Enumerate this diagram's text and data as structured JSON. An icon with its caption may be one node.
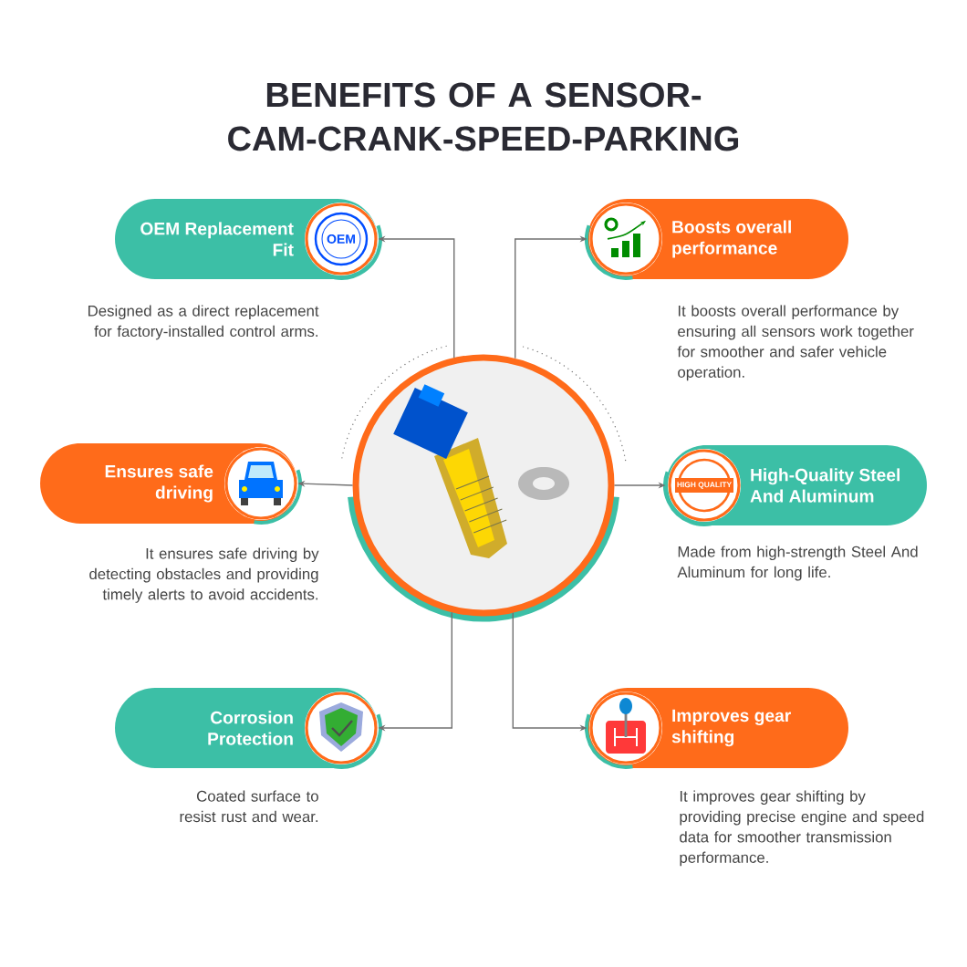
{
  "diagram": {
    "title": "BENEFITS OF A SENSOR-CAM-CRANK-SPEED-PARKING",
    "nodes": [
      {
        "text": [
          "OEM Replacement Fit"
        ],
        "beside": [
          "Designed as a direct replacement for factory-installed control arms."
        ]
      },
      {
        "text": [
          "Boosts overall performance"
        ],
        "beside": [
          "It boosts overall performance by ensuring all sensors work together for smoother and safer vehicle operation."
        ]
      },
      {
        "text": [],
        "shape": "picture"
      },
      {
        "text": [
          "Ensures safe driving"
        ],
        "beside": [
          "It ensures safe driving by detecting obstacles and providing timely alerts to avoid accidents."
        ]
      },
      {
        "text": [
          "High-Quality Steel And Aluminum"
        ],
        "beside": [
          "Made from high-strength Steel And Aluminum for long life."
        ]
      },
      {
        "text": [
          "Corrosion Protection"
        ],
        "beside": [
          "Coated surface to resist rust and wear."
        ]
      },
      {
        "text": [
          "Improves gear shifting"
        ],
        "beside": [
          "It improves gear shifting by providing precise engine and speed data for smoother transmission performance."
        ]
      }
    ],
    "edges": [
      {
        "from": 2,
        "to": 0,
        "arrow": "to"
      },
      {
        "from": 2,
        "to": 1,
        "arrow": "to"
      },
      {
        "from": 2,
        "to": 3,
        "arrow": "to"
      },
      {
        "from": 2,
        "to": 4,
        "arrow": "to"
      },
      {
        "from": 2,
        "to": 5,
        "arrow": "to"
      },
      {
        "from": 2,
        "to": 6,
        "arrow": "to"
      }
    ],
    "labels": [
      "OEM",
      "HIGH QUALITY"
    ]
  }
}
